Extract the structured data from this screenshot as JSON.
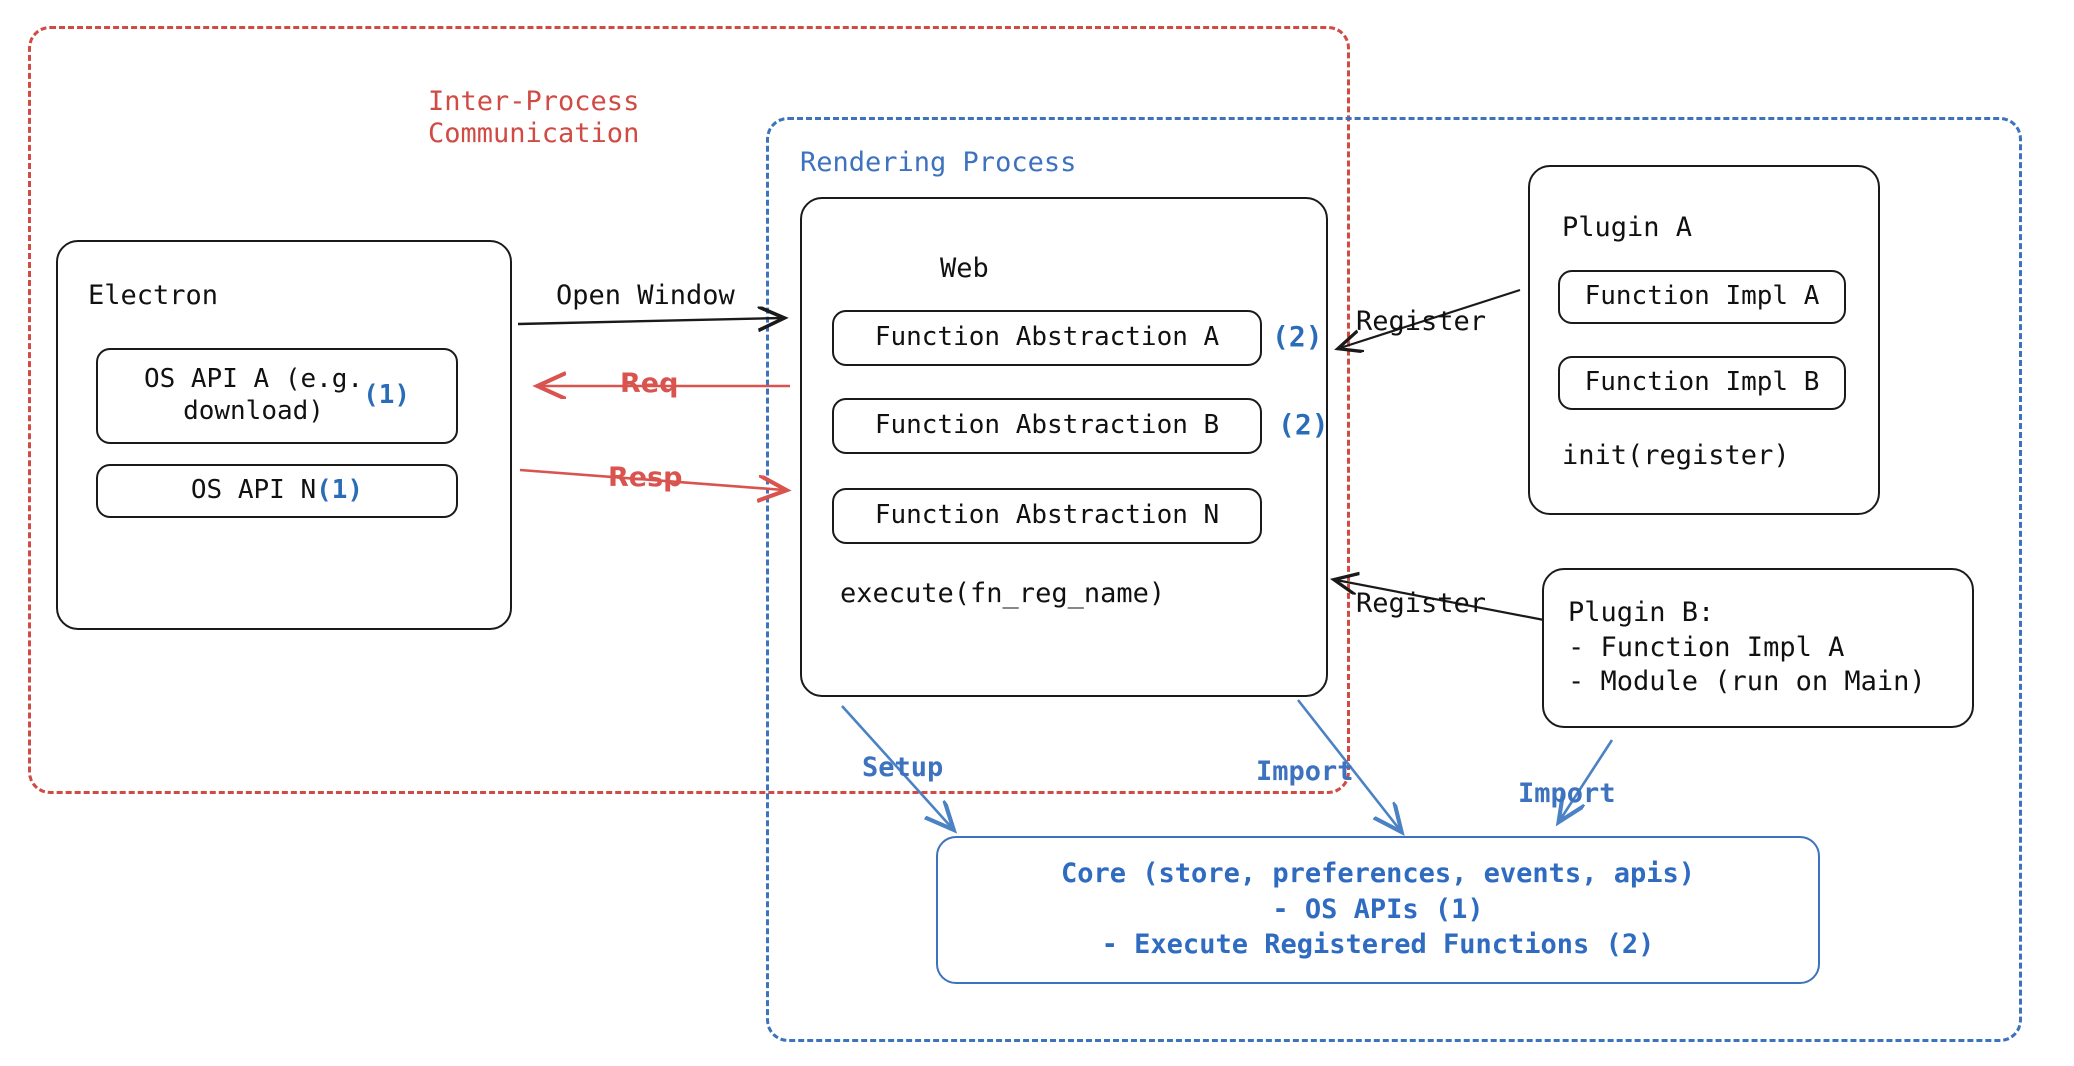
{
  "diagram": {
    "title": "Electron plugin architecture",
    "colors": {
      "ipc_red": "#cf4b44",
      "render_blue": "#3d72be",
      "note_blue": "#2b6cb8",
      "core_blue": "#2f6bc0",
      "arrow_red": "#d9534f",
      "stroke_black": "#1a1a1a"
    },
    "zones": {
      "ipc": {
        "label": "Inter-Process\nCommunication"
      },
      "render": {
        "label": "Rendering Process"
      }
    },
    "electron": {
      "title": "Electron",
      "items": [
        {
          "label": "OS API A (e.g.\ndownload)",
          "note": "(1)"
        },
        {
          "label": "OS API N",
          "note": "(1)"
        }
      ]
    },
    "web": {
      "title": "Web",
      "items": [
        {
          "label": "Function Abstraction A",
          "note": "(2)"
        },
        {
          "label": "Function Abstraction B",
          "note": "(2)"
        },
        {
          "label": "Function Abstraction N",
          "note": ""
        }
      ],
      "footer": "execute(fn_reg_name)"
    },
    "plugin_a": {
      "title": "Plugin A",
      "items": [
        "Function Impl A",
        "Function Impl B"
      ],
      "footer": "init(register)"
    },
    "plugin_b": {
      "text": "Plugin B:\n- Function Impl A\n- Module (run on Main)"
    },
    "core": {
      "text": "Core (store, preferences, events, apis)\n- OS APIs (1)\n- Execute Registered Functions (2)"
    },
    "edges": {
      "open_window": "Open Window",
      "req": "Req",
      "resp": "Resp",
      "register_plugin_a": "Register",
      "register_plugin_b": "Register",
      "setup": "Setup",
      "import_web": "Import",
      "import_plugin_b": "Import"
    }
  }
}
